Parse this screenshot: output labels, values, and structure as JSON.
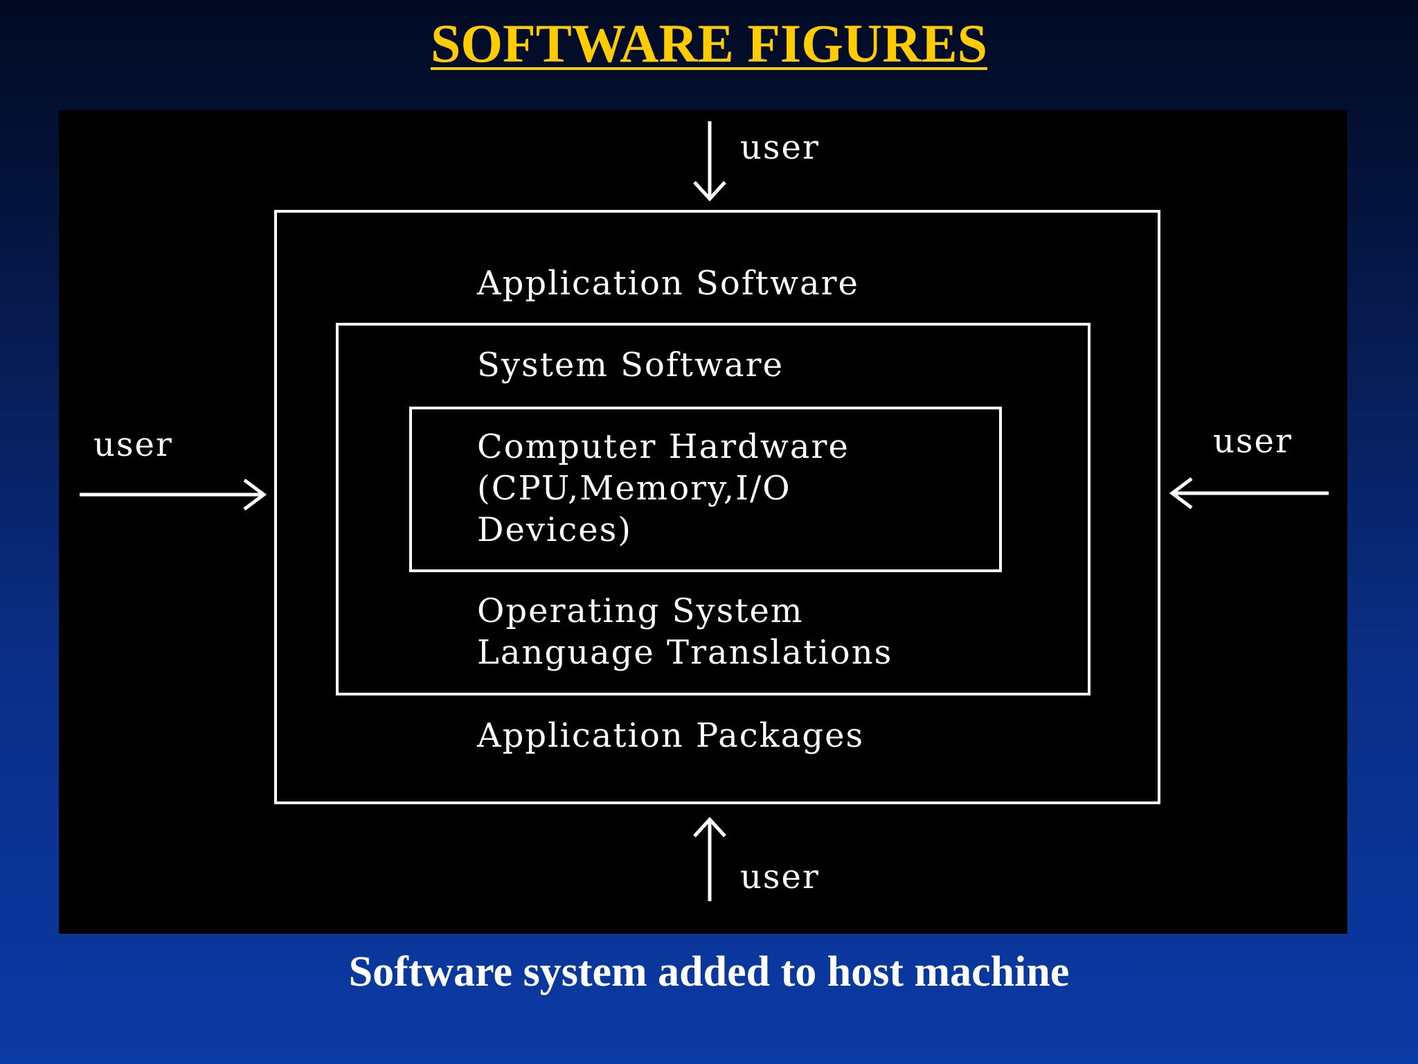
{
  "title": "SOFTWARE FIGURES",
  "colors": {
    "title": "#FFCC00",
    "caption": "#FFFFFF",
    "diagram_bg": "#000000",
    "lines": "#FFFFFF"
  },
  "diagram": {
    "outer": {
      "top_label": "Application Software",
      "bottom_label": "Application Packages"
    },
    "middle": {
      "top_label": "System Software",
      "bottom_label": "Operating System\nLanguage Translations"
    },
    "inner": {
      "label": "Computer Hardware\n(CPU,Memory,I/O\nDevices)"
    },
    "users": {
      "top": "user",
      "left": "user",
      "right": "user",
      "bottom": "user"
    }
  },
  "caption": "Software system added to host machine"
}
